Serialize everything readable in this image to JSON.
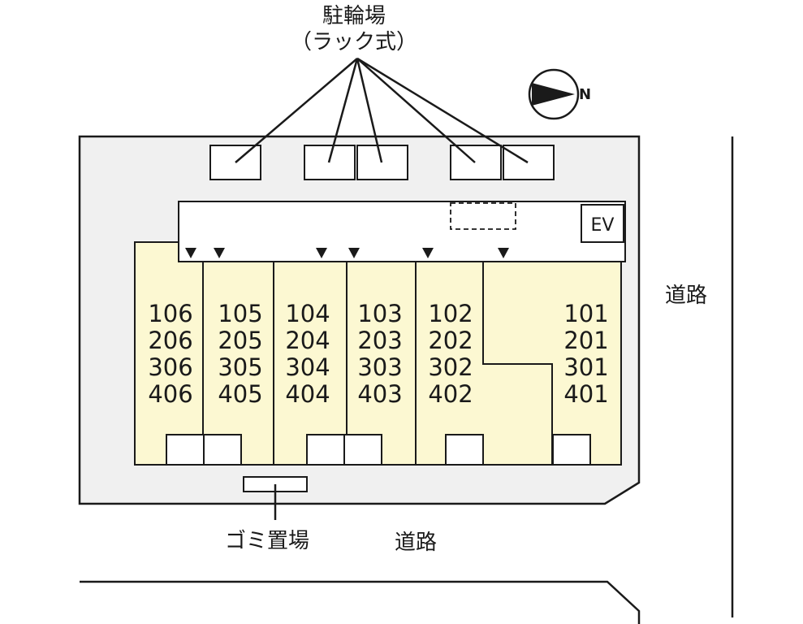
{
  "labels": {
    "bicycle_parking": "駐輪場",
    "bicycle_parking_type": "（ラック式）",
    "garbage": "ゴミ置場",
    "road_right": "道路",
    "road_bottom": "道路",
    "elevator": "EV",
    "north": "N"
  },
  "units": {
    "col_106": [
      "106",
      "206",
      "306",
      "406"
    ],
    "col_105": [
      "105",
      "205",
      "305",
      "405"
    ],
    "col_104": [
      "104",
      "204",
      "304",
      "404"
    ],
    "col_103": [
      "103",
      "203",
      "303",
      "403"
    ],
    "col_102": [
      "102",
      "202",
      "302",
      "402"
    ],
    "col_101": [
      "101",
      "201",
      "301",
      "401"
    ]
  },
  "colors": {
    "site": "#f0f0f0",
    "building": "#fcf8d2",
    "line": "#1a1a1a",
    "background": "#ffffff"
  }
}
